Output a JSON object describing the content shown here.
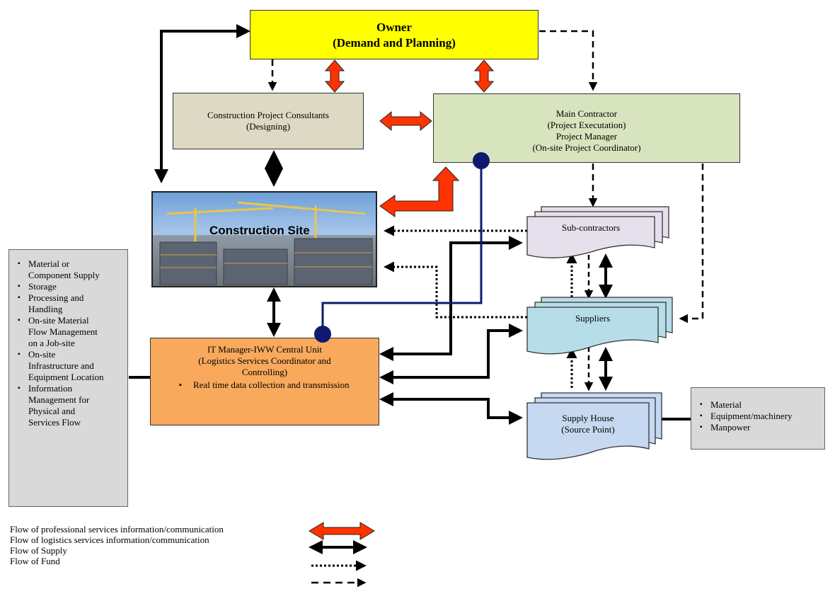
{
  "owner": {
    "line1": "Owner",
    "line2": "(Demand and Planning)"
  },
  "consultants": {
    "line1": "Construction Project Consultants",
    "line2": "(Designing)"
  },
  "main_contractor": {
    "line1": "Main Contractor",
    "line2": "(Project Executation)",
    "line3": "Project Manager",
    "line4": "(On-site Project Coordinator)"
  },
  "site": {
    "title": "Construction Site"
  },
  "it_manager": {
    "line1": "IT Manager-IWW Central Unit",
    "line2": "(Logistics Services Coordinator and",
    "line3": "Controlling)",
    "bullets": [
      "Real time data collection and transmission"
    ]
  },
  "subcontractors": {
    "label": "Sub-contractors"
  },
  "suppliers": {
    "label": "Suppliers"
  },
  "supply_house": {
    "line1": "Supply House",
    "line2": "(Source Point)"
  },
  "left_panel": {
    "items": [
      "Material or Component Supply",
      "Storage",
      "Processing and Handling",
      "On-site Material Flow Management on a Job-site",
      "On-site Infrastructure and Equipment Location",
      "Information Management for Physical and Services Flow"
    ]
  },
  "right_panel": {
    "items": [
      "Material",
      "Equipment/machinery",
      "Manpower"
    ]
  },
  "legend": {
    "items": [
      "Flow of professional services information/communication",
      "Flow of logistics services information/communication",
      "Flow of Supply",
      "Flow of Fund"
    ]
  },
  "colors": {
    "owner": "#ffff00",
    "consultants": "#ddd9c4",
    "main_contractor": "#d7e4bd",
    "it_manager": "#f8a95c",
    "subcontractors": "#e6e0ec",
    "suppliers": "#b7dee8",
    "supply_house": "#c6d9f1",
    "panel": "#d9d9d9",
    "professional_arrow": "#ff3300",
    "it_link": "#0d1a6e"
  }
}
